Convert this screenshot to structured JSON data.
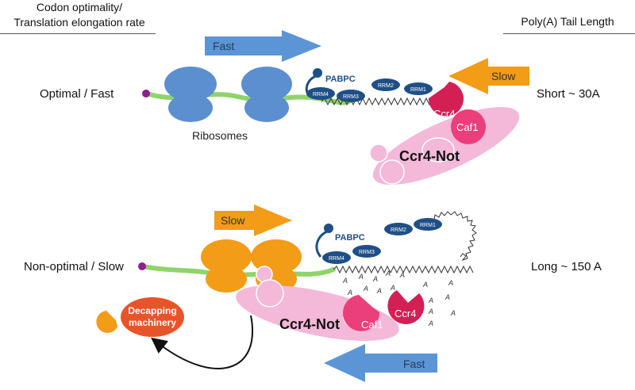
{
  "headers": {
    "left_line1": "Codon optimality/",
    "left_line2": "Translation elongation rate",
    "right": "Poly(A) Tail Length"
  },
  "top_panel": {
    "left_label": "Optimal / Fast",
    "right_label": "Short ~ 30A",
    "speed_arrow": "Fast",
    "deadenylation_arrow": "Slow",
    "ribosomes_label": "Ribosomes",
    "pabpc": "PABPC",
    "rrm": [
      "RRM4",
      "RRM3",
      "RRM2",
      "RRM1"
    ],
    "ccr4": "Ccr4",
    "caf1": "Caf1",
    "complex": "Ccr4-Not",
    "tail_a": "A"
  },
  "bottom_panel": {
    "left_label": "Non-optimal / Slow",
    "right_label": "Long ~ 150 A",
    "speed_arrow": "Slow",
    "deadenylation_arrow": "Fast",
    "pabpc": "PABPC",
    "rrm": [
      "RRM4",
      "RRM3",
      "RRM2",
      "RRM1"
    ],
    "caf1": "Caf1",
    "ccr4": "Ccr4",
    "complex": "Ccr4-Not",
    "decapping_line1": "Decapping",
    "decapping_line2": "machinery",
    "tail_a": "A"
  },
  "colors": {
    "ribosome_fast": "#5b8fd0",
    "ribosome_slow": "#f39c17",
    "mrna": "#8fd46b",
    "cap": "#8e1f8e",
    "pabpc": "#1f4f87",
    "ccr4_not": "#f4b8d9",
    "ccr4": "#d41f55",
    "caf1": "#ea3f7a",
    "arrow_blue": "#5b95d6",
    "arrow_orange": "#f39c17",
    "decapping": "#e8542a"
  }
}
